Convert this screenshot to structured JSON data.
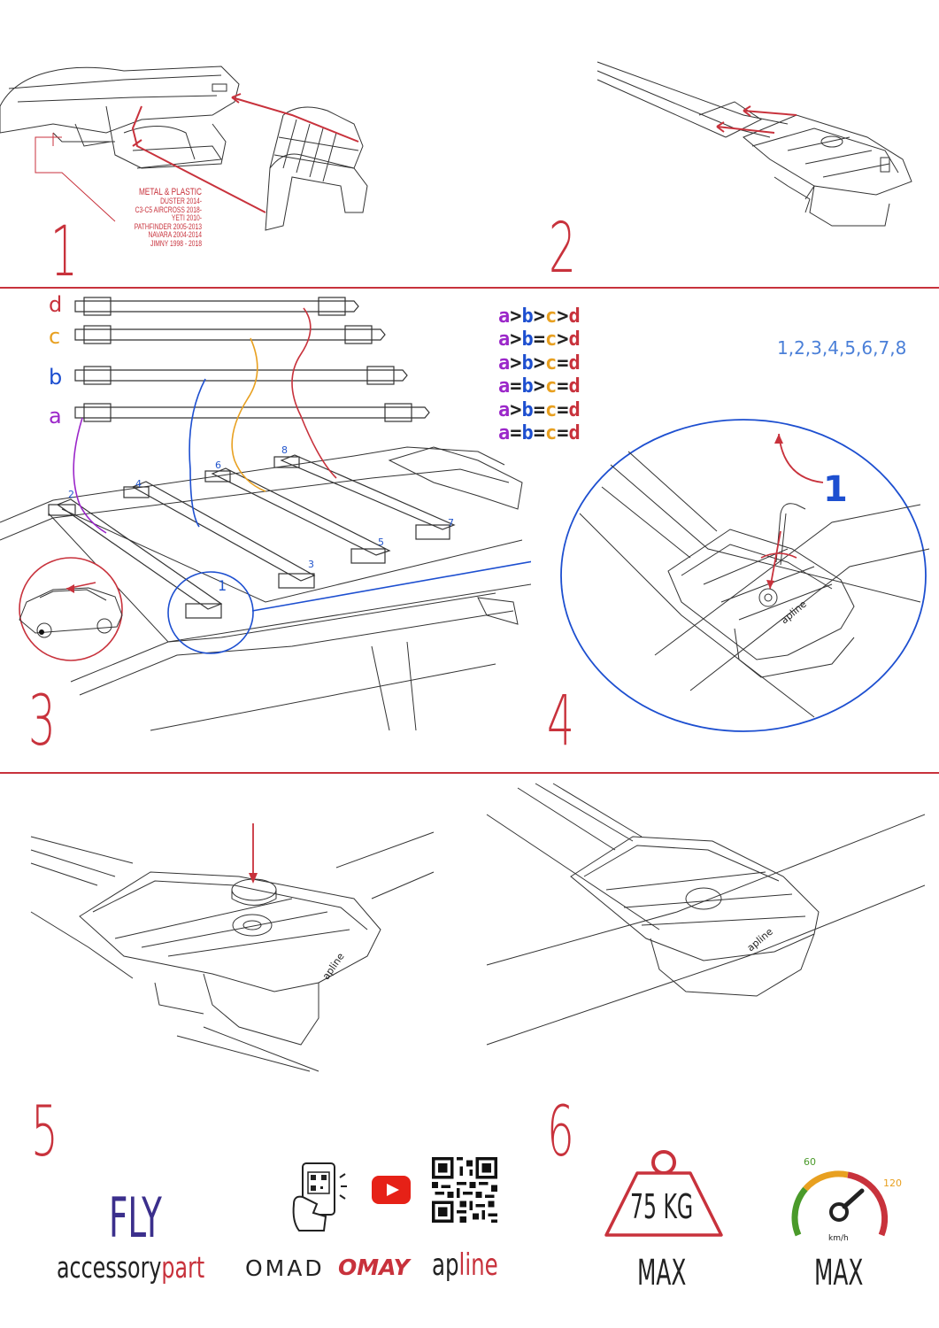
{
  "colors": {
    "accent": "#c8323c",
    "a": "#9b27c9",
    "b": "#1d4fd0",
    "c": "#e8a020",
    "d": "#c8323c",
    "highlight": "#1d4fd0",
    "fly": "#3b2f8c"
  },
  "steps": [
    "1",
    "2",
    "3",
    "4",
    "5",
    "6"
  ],
  "step1": {
    "note_title": "METAL & PLASTIC",
    "vehicles": [
      "DUSTER 2014-",
      "C3-C5 AIRCROSS 2018-",
      "YETI 2010-",
      "PATHFINDER 2005-2013",
      "NAVARA 2004-2014",
      "JIMNY 1998 - 2018"
    ]
  },
  "step3": {
    "bars": [
      "d",
      "c",
      "b",
      "a"
    ],
    "rules": [
      [
        "a",
        ">",
        "b",
        ">",
        "c",
        ">",
        "d"
      ],
      [
        "a",
        ">",
        "b",
        "=",
        "c",
        ">",
        "d"
      ],
      [
        "a",
        ">",
        "b",
        ">",
        "c",
        "=",
        "d"
      ],
      [
        "a",
        "=",
        "b",
        ">",
        "c",
        "=",
        "d"
      ],
      [
        "a",
        ">",
        "b",
        "=",
        "c",
        "=",
        "d"
      ],
      [
        "a",
        "=",
        "b",
        "=",
        "c",
        "=",
        "d"
      ]
    ],
    "positions": [
      "1",
      "2",
      "3",
      "4",
      "5",
      "6",
      "7",
      "8"
    ],
    "highlight_label": "1"
  },
  "step4": {
    "sequence": "1,2,3,4,5,6,7,8",
    "bolt_label": "1",
    "brand_on_part": "apline"
  },
  "step5": {
    "brand_on_part": "apline"
  },
  "step6": {
    "brand_on_part": "apline"
  },
  "footer": {
    "fly": "FLY",
    "accessory_part": {
      "dark": "accessory",
      "red": "part"
    },
    "omad": "OMAD",
    "omay": "OMAY",
    "apline": {
      "dark": "ap",
      "red": "line"
    },
    "weight_label": "75 KG",
    "weight_max": "MAX",
    "speed_low": "60",
    "speed_high": "120",
    "speed_unit": "km/h",
    "speed_max": "MAX"
  }
}
